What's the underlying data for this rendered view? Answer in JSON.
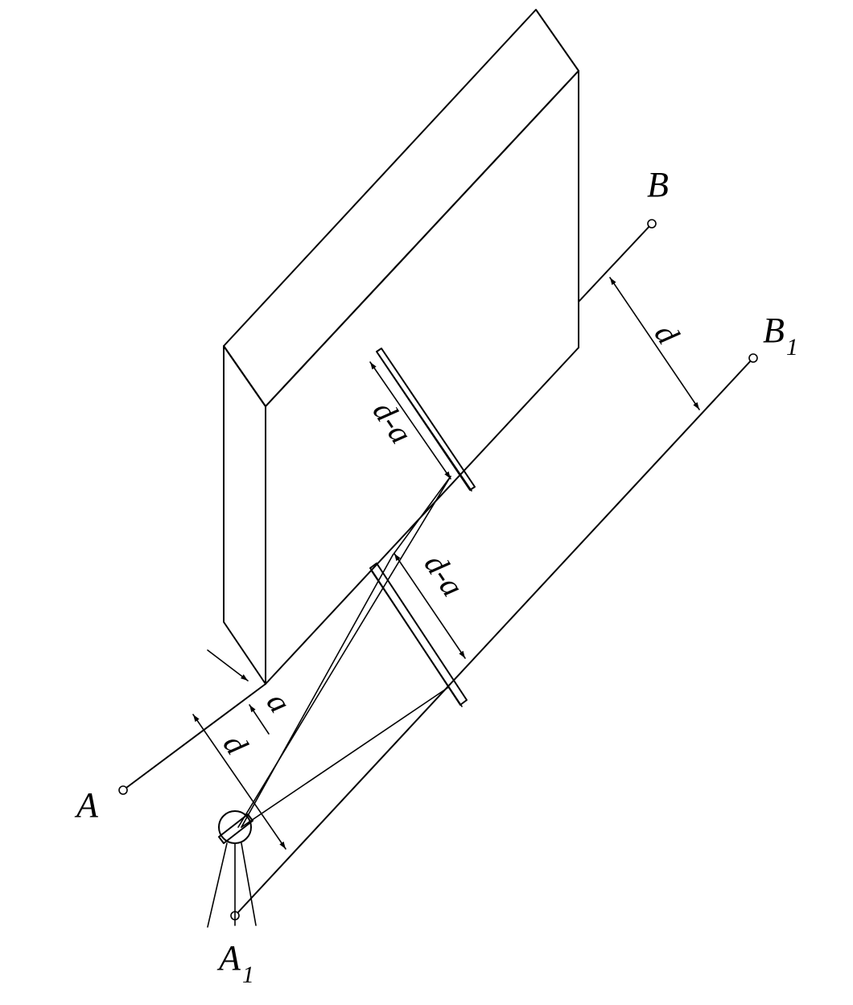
{
  "labels": {
    "point_A": "A",
    "point_A1_main": "A",
    "point_A1_sub": "1",
    "point_B": "B",
    "point_B1_main": "B",
    "point_B1_sub": "1",
    "dim_d_top": "d",
    "dim_d_bottom": "d",
    "dim_a": "a",
    "dim_d_minus_a_upper": "d-a",
    "dim_d_minus_a_lower": "d-a"
  }
}
